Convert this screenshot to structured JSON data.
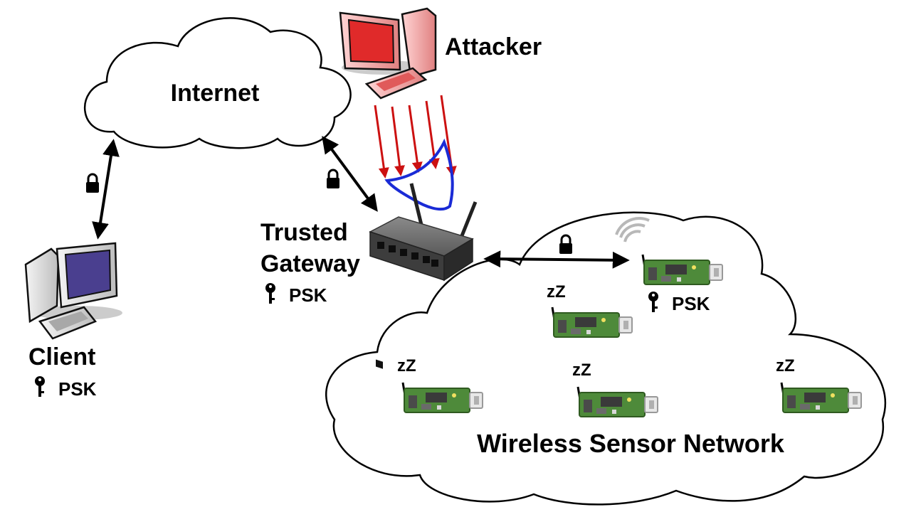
{
  "labels": {
    "internet": "Internet",
    "attacker": "Attacker",
    "trusted_gateway_line1": "Trusted",
    "trusted_gateway_line2": "Gateway",
    "client": "Client",
    "wsn": "Wireless Sensor Network",
    "psk": "PSK",
    "sleep": "zZ"
  },
  "colors": {
    "attack_arrows": "#cc1111",
    "shield": "#1a2bd6",
    "attacker_pc": "#e02a2a",
    "client_screen": "#4a3f8f",
    "sensor_board": "#4e8a3a",
    "gateway": "#555555"
  },
  "icons": {
    "lock": "padlock-icon",
    "key": "key-icon",
    "wifi": "wifi-signal-icon",
    "shield": "shield-icon"
  }
}
